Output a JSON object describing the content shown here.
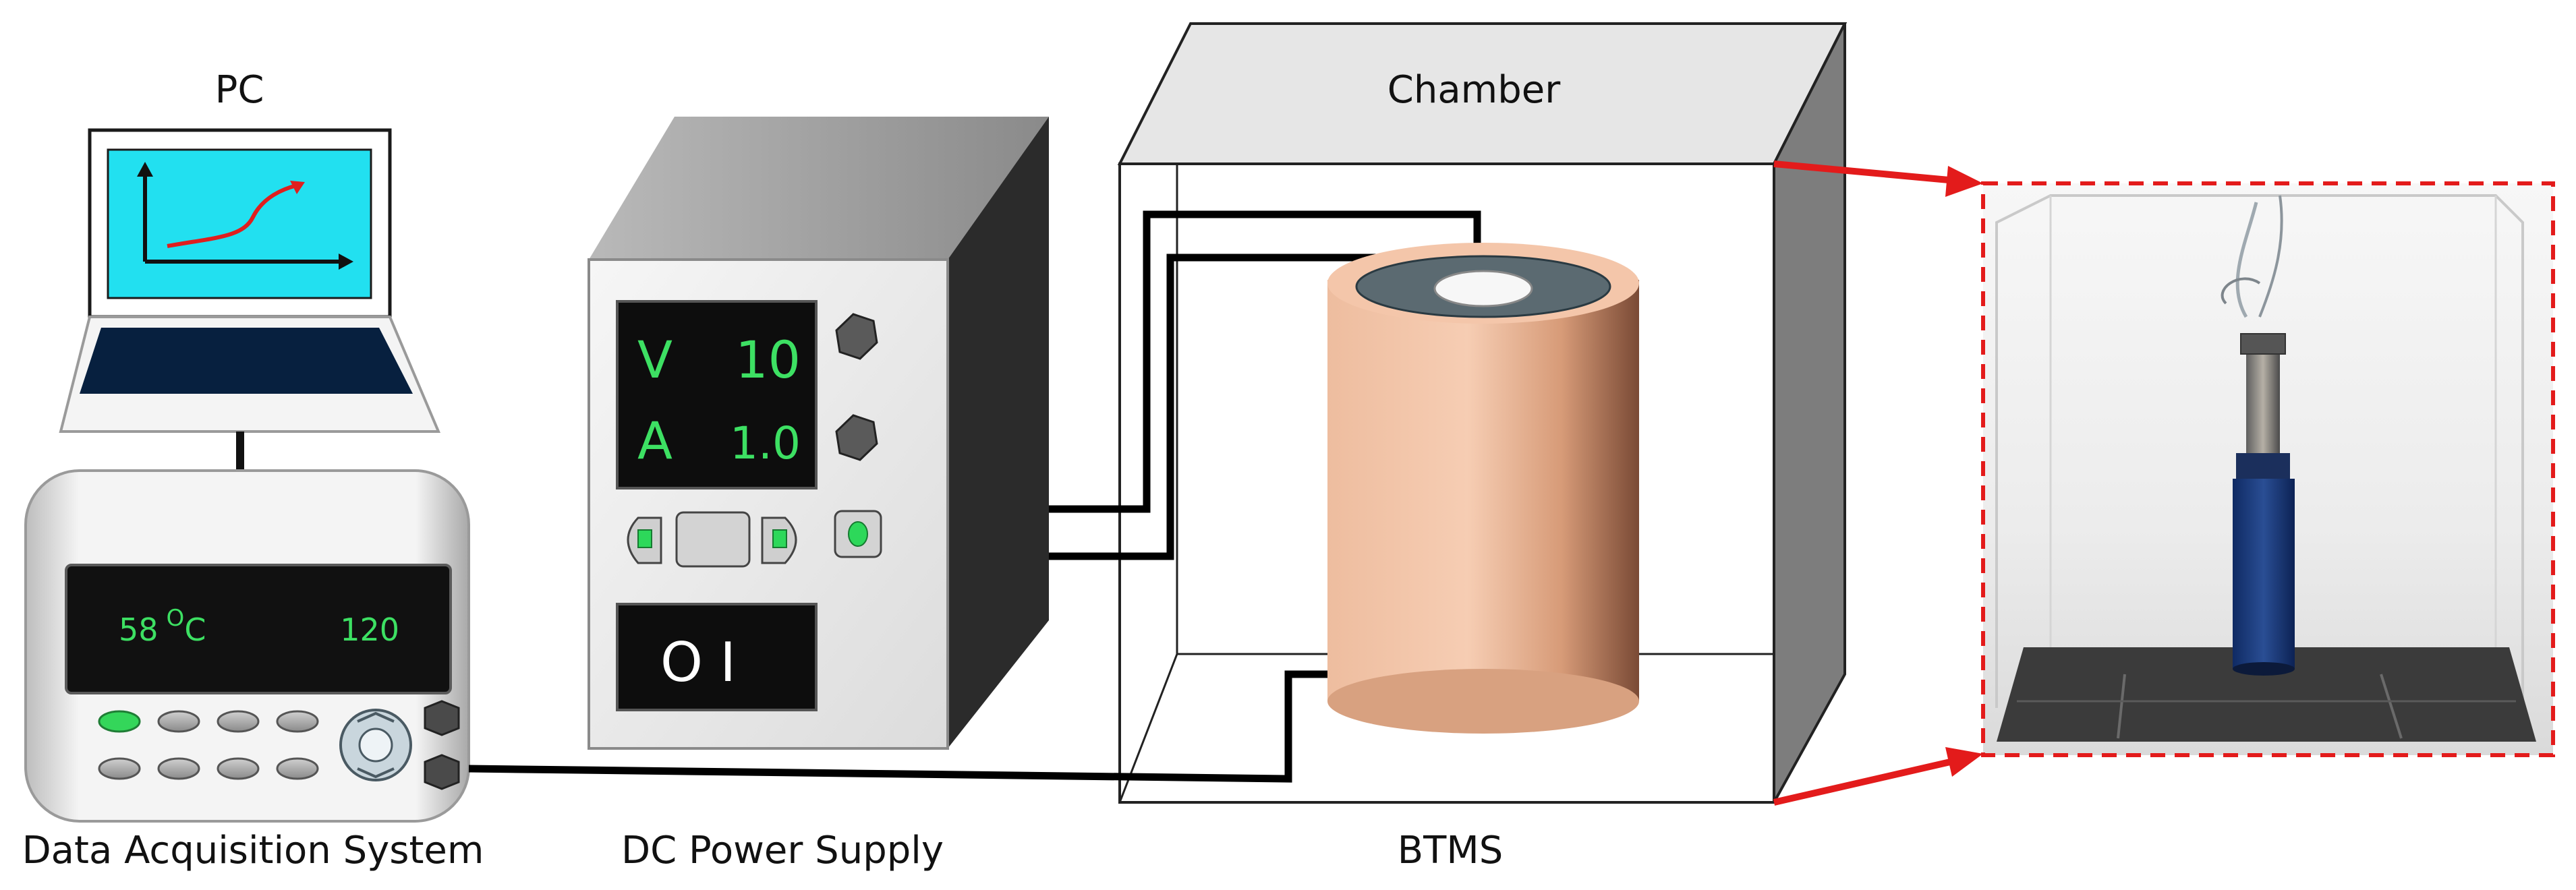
{
  "labels": {
    "pc": "PC",
    "daq": "Data Acquisition System",
    "dc_power_supply": "DC Power Supply",
    "chamber": "Chamber",
    "btms": "BTMS"
  },
  "daq_display": {
    "temperature": "58",
    "temp_superscript": "O",
    "temp_unit": "C",
    "reading": "120"
  },
  "power_supply": {
    "voltage_symbol": "V",
    "voltage_value": "10",
    "current_symbol": "A",
    "current_value": "1.0",
    "switch_label": "O I"
  },
  "colors": {
    "screen_cyan": "#22e0f0",
    "display_green": "#3de063",
    "wire": "#000000",
    "callout_red": "#e31b1b",
    "cylinder_copper": "#e8b392",
    "chamber_top": "#e6e6e6",
    "chamber_side": "#7d7d7d"
  }
}
